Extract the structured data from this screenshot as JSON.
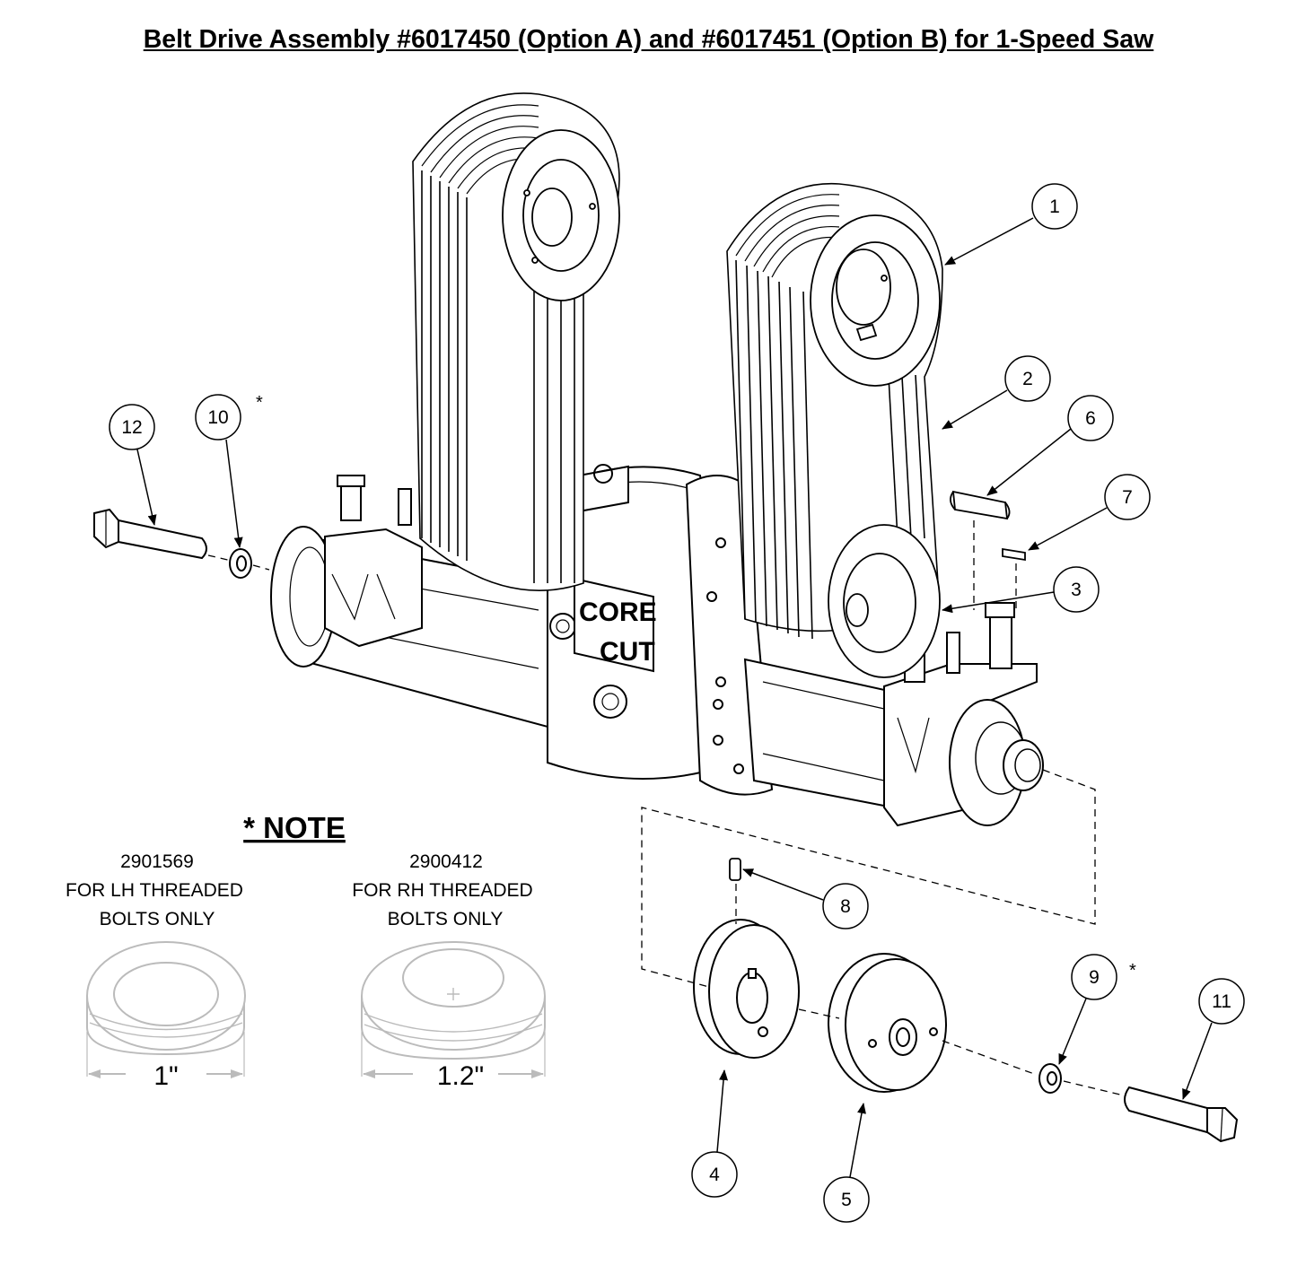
{
  "title": "Belt Drive Assembly #6017450 (Option A) and #6017451 (Option B) for 1-Speed Saw",
  "logo": {
    "line1": "CORE",
    "line2": "CUT"
  },
  "callouts": [
    "1",
    "2",
    "3",
    "4",
    "5",
    "6",
    "7",
    "8",
    "9",
    "10",
    "11",
    "12"
  ],
  "asterisks": [
    "*",
    "*"
  ],
  "note": {
    "heading": "* NOTE",
    "washers": [
      {
        "part_number": "2901569",
        "line1": "FOR LH THREADED",
        "line2": "BOLTS ONLY",
        "dimension": "1\""
      },
      {
        "part_number": "2900412",
        "line1": "FOR RH THREADED",
        "line2": "BOLTS ONLY",
        "dimension": "1.2\""
      }
    ]
  }
}
